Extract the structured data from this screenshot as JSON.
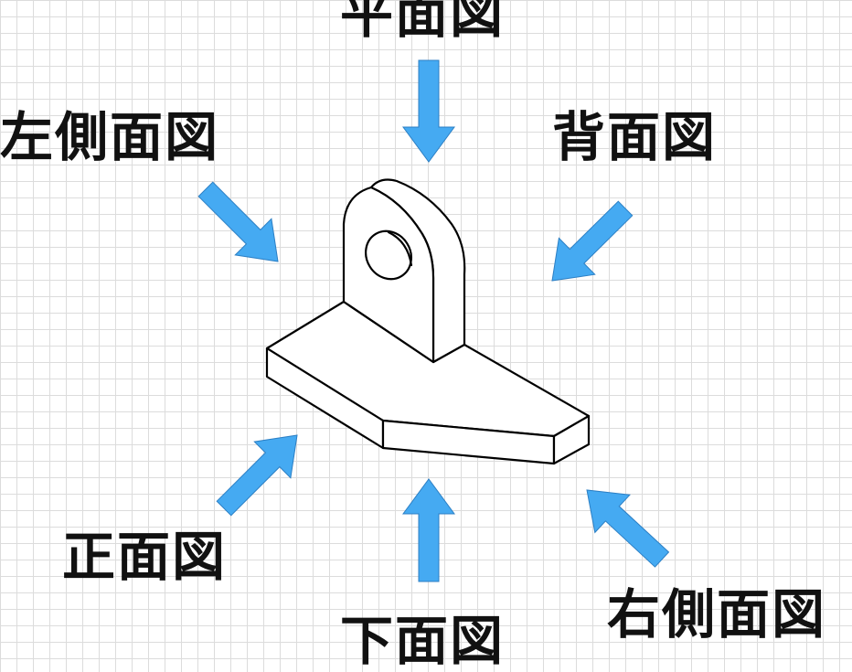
{
  "labels": {
    "top": "平面図",
    "left_side": "左側面図",
    "back": "背面図",
    "front": "正面図",
    "bottom": "下面図",
    "right_side": "右側面図"
  },
  "colors": {
    "arrow_fill": "#45aaf2",
    "arrow_stroke": "#2c7fc4",
    "outline": "#000000",
    "grid": "#dcdcdc",
    "label_text": "#111111"
  }
}
